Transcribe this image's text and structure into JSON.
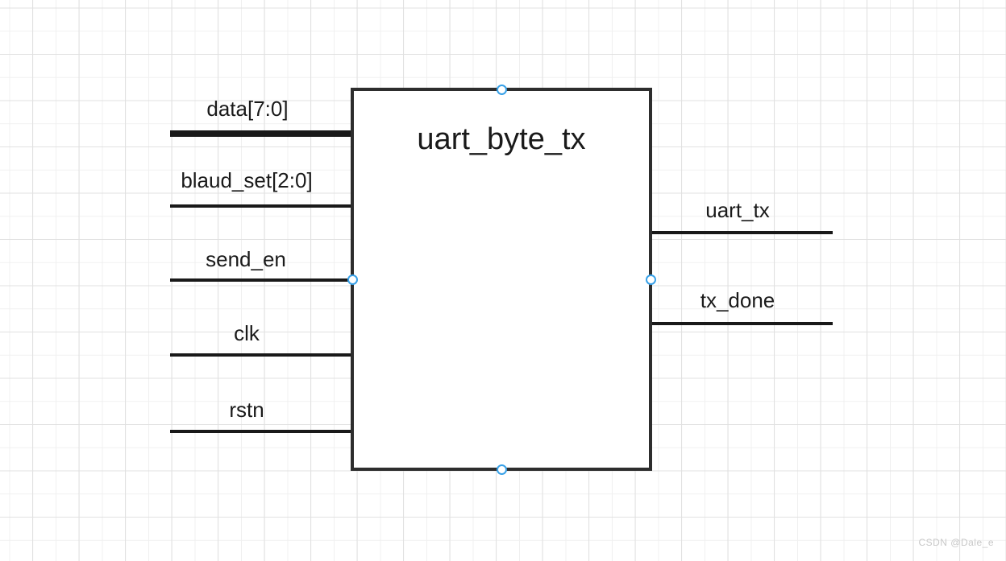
{
  "module": {
    "title": "uart_byte_tx"
  },
  "ports": {
    "inputs": [
      {
        "label": "data[7:0]",
        "type": "bus"
      },
      {
        "label": "blaud_set[2:0]",
        "type": "wire"
      },
      {
        "label": "send_en",
        "type": "wire"
      },
      {
        "label": "clk",
        "type": "wire"
      },
      {
        "label": "rstn",
        "type": "wire"
      }
    ],
    "outputs": [
      {
        "label": "uart_tx",
        "type": "wire"
      },
      {
        "label": "tx_done",
        "type": "wire"
      }
    ]
  },
  "watermark": "CSDN @Dale_e",
  "colors": {
    "wire": "#191919",
    "box_border": "#2d2d2d",
    "handle_ring": "#38a1e8",
    "grid_minor": "#f0f0f0",
    "grid_major": "#e1e1e1",
    "watermark_text": "#c8c8c8"
  }
}
